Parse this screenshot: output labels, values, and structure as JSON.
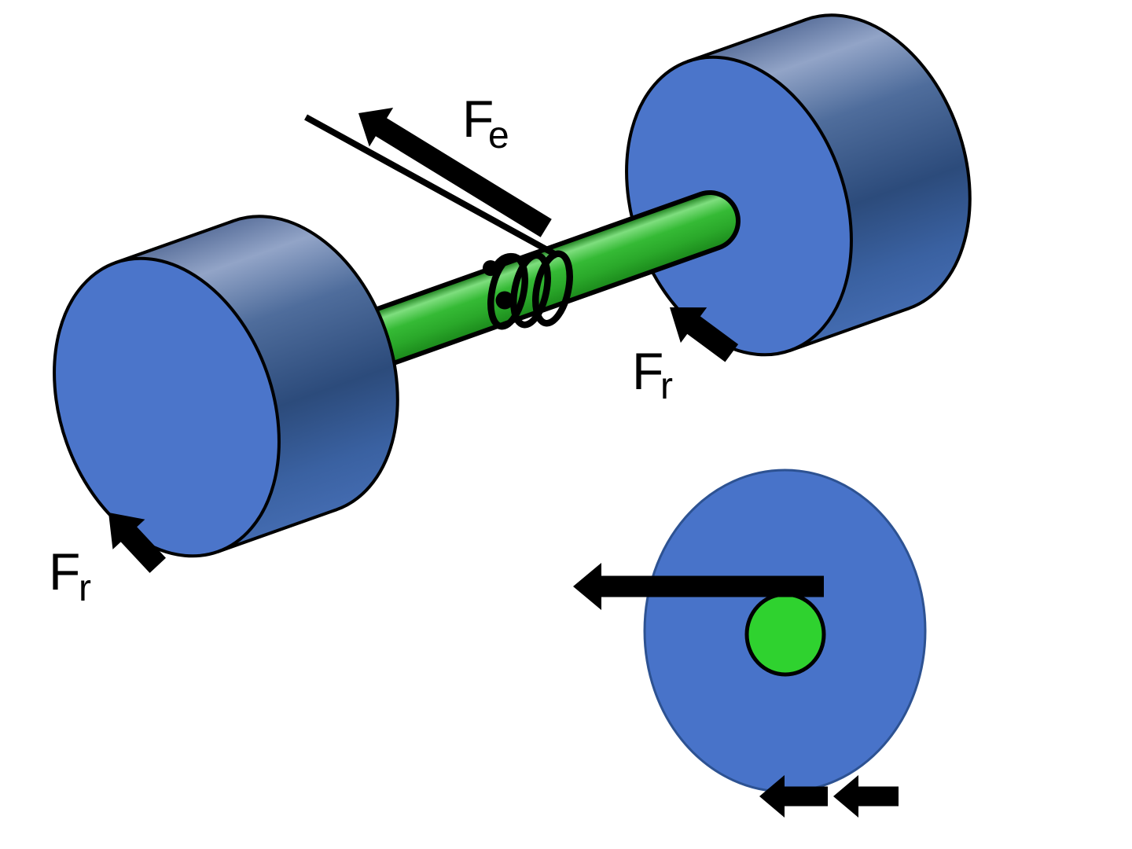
{
  "diagram": {
    "background_color": "#ffffff",
    "labels": {
      "effort_force": {
        "main": "F",
        "sub": "e"
      },
      "resistance_force_left": {
        "main": "F",
        "sub": "r"
      },
      "resistance_force_right": {
        "main": "F",
        "sub": "r"
      }
    },
    "colors": {
      "wheel_face_blue": "#4b75ca",
      "wheel_side_dark_blue": "#2c4b7b",
      "axle_green_mid": "#35ba35",
      "front_wheel_blue": "#4873c9",
      "front_wheel_outline_blue": "#2d5292",
      "front_axle_green": "#2fd22f",
      "arrow_black": "#000000"
    }
  }
}
